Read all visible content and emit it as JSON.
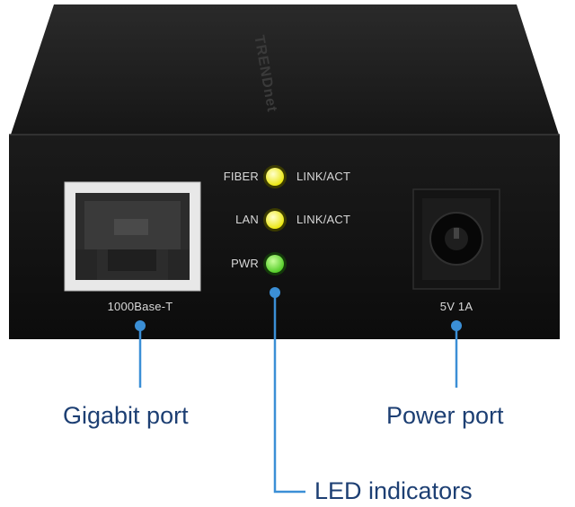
{
  "brand": {
    "logo_text": "TRENDnet"
  },
  "front_panel": {
    "rj45_label": "1000Base-T",
    "power_rating": "5V  1A",
    "leds": [
      {
        "left_label": "FIBER",
        "right_label": "LINK/ACT",
        "color": "#e8e400"
      },
      {
        "left_label": "LAN",
        "right_label": "LINK/ACT",
        "color": "#e8e400"
      },
      {
        "left_label": "PWR",
        "right_label": "",
        "color": "#49c81e"
      }
    ]
  },
  "callouts": {
    "gigabit": "Gigabit port",
    "power": "Power port",
    "leds": "LED indicators",
    "line_color": "#3b8fd6",
    "text_color": "#1d3f73"
  }
}
